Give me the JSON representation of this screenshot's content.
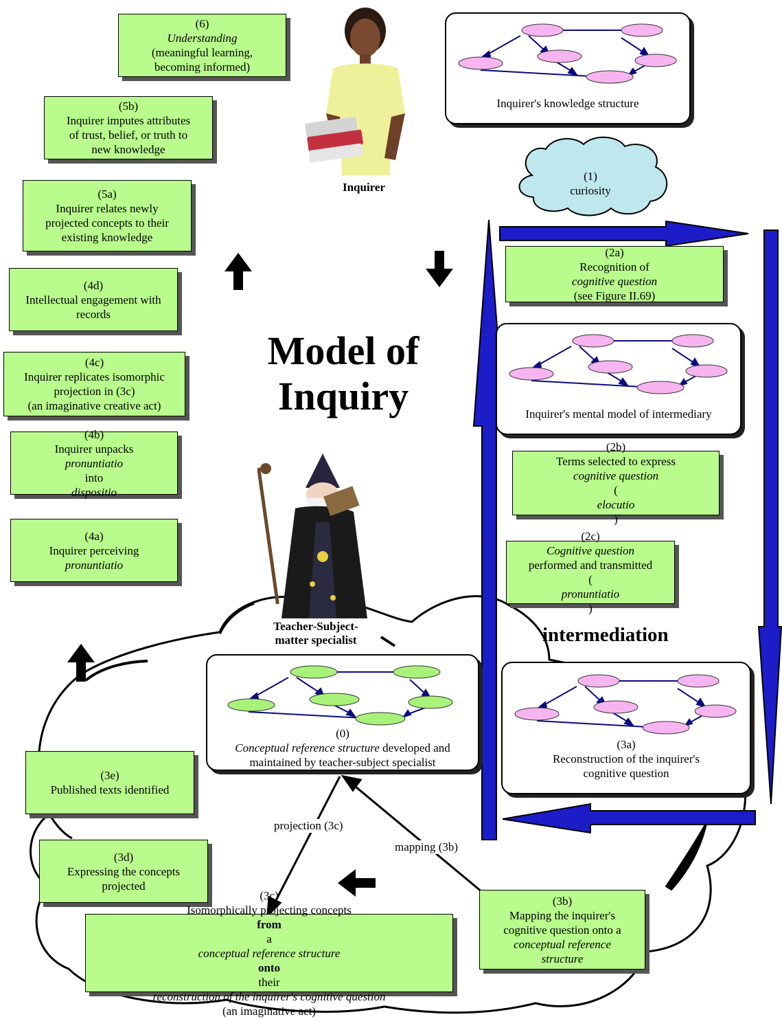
{
  "title": {
    "line1": "Model of",
    "line2": "Inquiry"
  },
  "figures": {
    "inquirer": "Inquirer",
    "teacher_line1": "Teacher-Subject-",
    "teacher_line2": "matter specialist"
  },
  "intermediation": "intermediation",
  "structures": {
    "knowledge": "Inquirer's knowledge structure",
    "mental_model": "Inquirer's mental model of intermediary",
    "reference": {
      "num": "(0)",
      "italic": "Conceptual reference structure",
      "rest1": " developed and",
      "rest2": "maintained by teacher-subject specialist"
    },
    "reconstruction": {
      "num": "(3a)",
      "line1": "Reconstruction of the inquirer's",
      "line2": "cognitive question"
    }
  },
  "curiosity": {
    "num": "(1)",
    "text": "curiosity"
  },
  "boxes": {
    "b6": {
      "num": "(6)",
      "l1": "Understanding",
      "l2": "(meaningful learning,",
      "l3": "becoming informed)"
    },
    "b5b": {
      "num": "(5b)",
      "l1": "Inquirer imputes attributes",
      "l2": "of trust, belief, or truth to",
      "l3": "new knowledge"
    },
    "b5a": {
      "num": "(5a)",
      "l1": "Inquirer relates newly",
      "l2": "projected concepts to their",
      "l3": "existing knowledge"
    },
    "b4d": {
      "num": "(4d)",
      "l1": "Intellectual engagement with",
      "l2": "records"
    },
    "b4c": {
      "num": "(4c)",
      "l1": "Inquirer replicates isomorphic",
      "l2": "projection in (3c)",
      "l3": "(an imaginative creative act)"
    },
    "b4b": {
      "num": "(4b)",
      "l1": "Inquirer unpacks",
      "l2a": "pronuntiatio",
      "l2b": " into ",
      "l2c": "dispositio"
    },
    "b4a": {
      "num": "(4a)",
      "l1": "Inquirer perceiving",
      "l2": "pronuntiatio"
    },
    "b2a": {
      "num": "(2a)",
      "l1a": "Recognition of ",
      "l1b": "cognitive question",
      "l2": "(see Figure II.69)"
    },
    "b2b": {
      "num": "(2b)",
      "l1": "Terms selected to express",
      "l2": "cognitive question",
      "l3a": "(",
      "l3b": "elocutio",
      "l3c": ")"
    },
    "b2c": {
      "num": "(2c)",
      "l1": "Cognitive question",
      "l2": "performed and transmitted",
      "l3a": "(",
      "l3b": "pronuntiatio",
      "l3c": ")"
    },
    "b3e": {
      "num": "(3e)",
      "l1": "Published texts identified"
    },
    "b3d": {
      "num": "(3d)",
      "l1": "Expressing the concepts",
      "l2": "projected"
    },
    "b3c": {
      "num": "(3c)",
      "l1": "Isomorphically projecting concepts",
      "l2a": "from",
      "l2b": " a ",
      "l2c": "conceptual reference structure",
      "l3a": "onto",
      "l3b": " their ",
      "l3c": "reconstruction of the inquirer's cognitive question",
      "l4": "(an imaginative act)"
    },
    "b3b": {
      "num": "(3b)",
      "l1": "Mapping the inquirer's",
      "l2": "cognitive question onto a",
      "l3": "conceptual reference",
      "l4": "structure"
    }
  },
  "arrow_labels": {
    "projection": "projection (3c)",
    "mapping": "mapping (3b)"
  },
  "colors": {
    "green_box": "#b9fb8c",
    "node_pink": "#f6b4f0",
    "node_green": "#a8f27a",
    "cloud": "#bfe8ee",
    "blue_arrow": "#1c1cc8",
    "navy_link": "#0a0a80"
  },
  "icons": [
    "person-photo-inquirer",
    "wizard-figure-teacher",
    "up-arrow-icon",
    "down-arrow-icon",
    "left-arrow-icon"
  ]
}
